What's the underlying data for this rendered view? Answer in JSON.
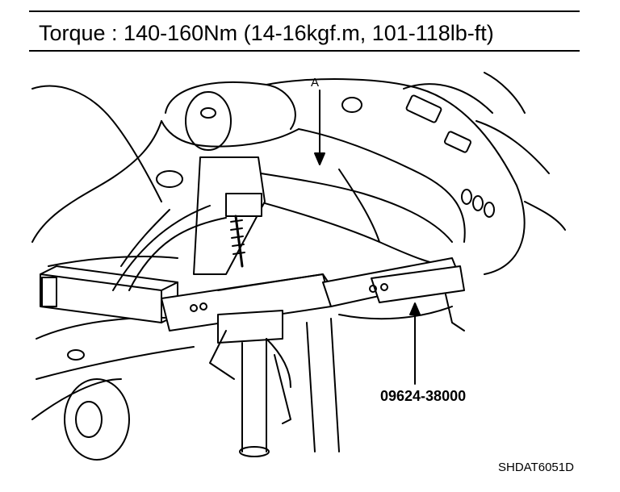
{
  "header": {
    "torque_spec": "Torque : 140-160Nm (14-16kgf.m, 101-118lb-ft)"
  },
  "diagram": {
    "callout_a": "A",
    "tool_part_number": "09624-38000",
    "figure_code": "SHDAT6051D"
  }
}
